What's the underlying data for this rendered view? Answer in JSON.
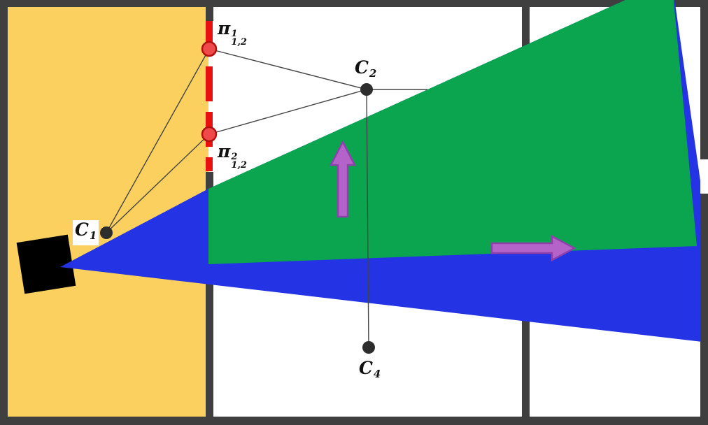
{
  "diagram": {
    "labels": {
      "pi_top": {
        "base": "π",
        "sup": "1",
        "sub": "1,2"
      },
      "pi_bottom": {
        "base": "π",
        "sup": "2",
        "sub": "1,2"
      },
      "c1": {
        "base": "C",
        "sub": "1"
      },
      "c2": {
        "base": "C",
        "sub": "2"
      },
      "c4": {
        "base": "C",
        "sub": "4"
      }
    },
    "colors": {
      "background": "#ffffff",
      "wall": "#3f3f3f",
      "room_yellow": "#fbd05e",
      "fov_blue": "#2433e3",
      "fov_green": "#0aa54e",
      "doorway_red": "#ea1010",
      "feature_dot_fill": "#ef4a4a",
      "feature_dot_stroke": "#b30f0f",
      "camera_dot": "#2d2d2d",
      "camera_body": "#000000",
      "sight_line": "#444444",
      "arrow_fill": "#b464c8",
      "arrow_stroke": "#9040ac"
    }
  }
}
